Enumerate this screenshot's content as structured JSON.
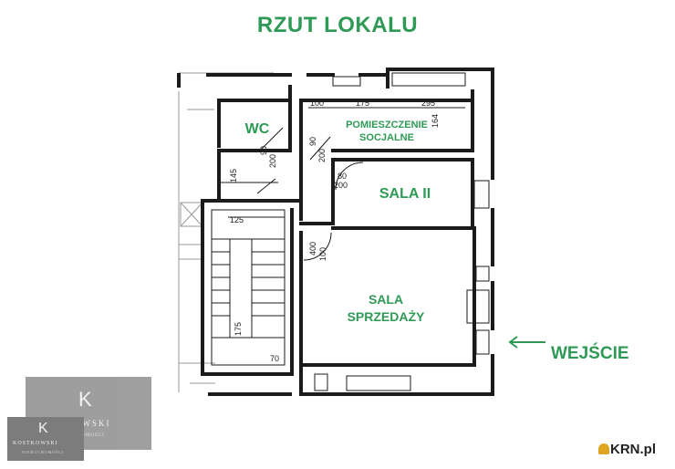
{
  "title": "RZUT LOKALU",
  "colors": {
    "accent": "#2e9a55",
    "wall": "#1b1b1b",
    "logo_bg": "#8e8e8e"
  },
  "rooms": {
    "wc": "WC",
    "social_line1": "POMIESZCZENIE",
    "social_line2": "SOCJALNE",
    "sala2": "SALA II",
    "sales_line1": "SALA",
    "sales_line2": "SPRZEDAŻY"
  },
  "entrance": "WEJŚCIE",
  "dims": {
    "d100": "100",
    "d175": "175",
    "d295": "295",
    "d164": "164",
    "d90a": "90",
    "d200a": "200",
    "d90b": "90",
    "d200b": "200",
    "d80": "80",
    "d200c": "200",
    "d125": "125",
    "d145": "145",
    "d400": "400",
    "d100b": "100",
    "d175b": "175",
    "d70": "70"
  },
  "logo": {
    "name": "KOSTKOWSKI",
    "sub": "NIERUCHOMOŚCI"
  },
  "watermark": "KRN.pl"
}
